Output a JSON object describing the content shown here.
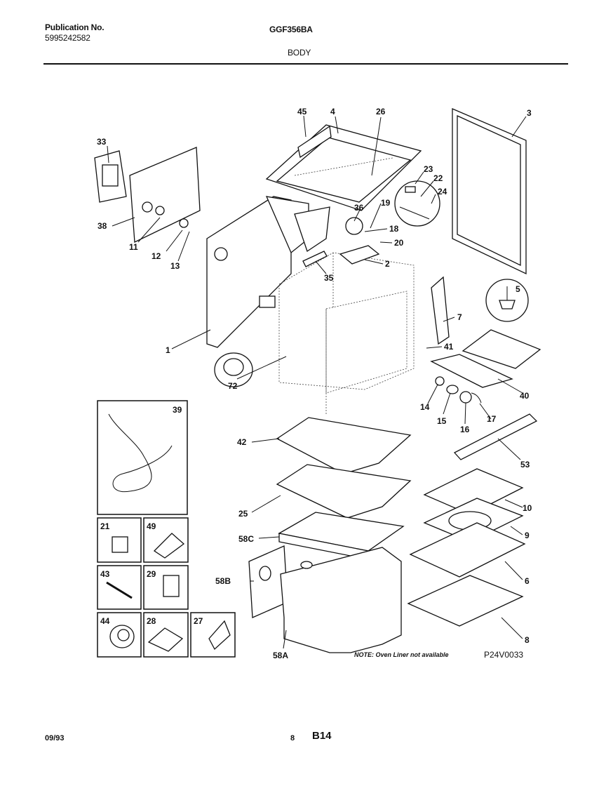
{
  "header": {
    "publication_label": "Publication No.",
    "publication_number": "5995242582",
    "model": "GGF356BA",
    "section": "BODY"
  },
  "diagram": {
    "callouts": [
      "45",
      "4",
      "26",
      "3",
      "33",
      "23",
      "22",
      "24",
      "38",
      "36",
      "19",
      "18",
      "20",
      "11",
      "12",
      "13",
      "2",
      "35",
      "5",
      "7",
      "1",
      "41",
      "72",
      "40",
      "14",
      "15",
      "16",
      "17",
      "39",
      "42",
      "53",
      "10",
      "25",
      "21",
      "49",
      "58C",
      "9",
      "43",
      "29",
      "58B",
      "6",
      "44",
      "28",
      "27",
      "58A",
      "8"
    ],
    "note": "NOTE: Oven Liner not available",
    "drawing_code": "P24V0033"
  },
  "footer": {
    "date": "09/93",
    "page_small": "8",
    "page_code": "B14"
  }
}
